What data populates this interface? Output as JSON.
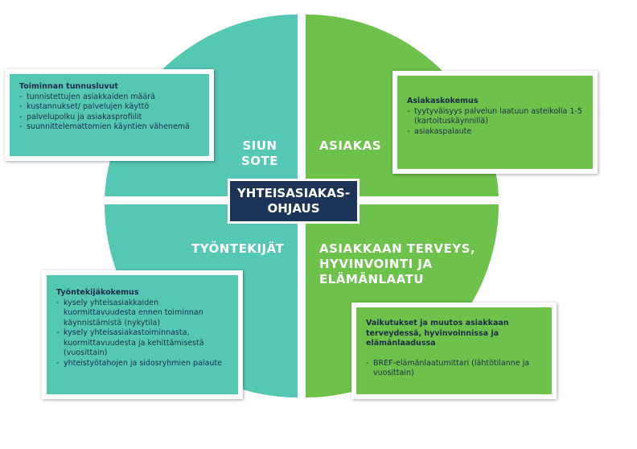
{
  "center": {
    "line1": "YHTEISASIAKAS-",
    "line2": "OHJAUS"
  },
  "quadrants": {
    "top_left": {
      "line1": "SIUN",
      "line2": "SOTE"
    },
    "top_right": {
      "label": "ASIAKAS"
    },
    "bottom_left": {
      "label": "TYÖNTEKIJÄT"
    },
    "bottom_right": {
      "line1": "ASIAKKAAN TERVEYS,",
      "line2": "HYVINVOINTI JA",
      "line3": "ELÄMÄNLAATU"
    }
  },
  "cards": {
    "toiminnan": {
      "title": "Toiminnan tunnusluvut",
      "items": [
        "tunnistettujen asiakkaiden määrä",
        "kustannukset/ palvelujen käyttö",
        "palvelupolku ja asiakasprofiilit",
        "suunnittelemattomien käyntien vähenemä"
      ]
    },
    "asiakaskokemus": {
      "title": "Asiakaskokemus",
      "items": [
        "tyytyväisyys palvelun laatuun asteikolla 1-5 (kartoituskäynnillä)",
        "asiakaspalaute"
      ]
    },
    "tyontekijakokemus": {
      "title": "Työntekijäkokemus",
      "items": [
        "kysely yhteisasiakkaiden kuormittavuudesta ennen toiminnan käynnistämistä (nykytila)",
        "kysely yhteisasiakastoiminnasta, kuormittavuudesta ja kehittämisestä (vuosittain)",
        "yhteistyötahojen ja sidosryhmien palaute"
      ]
    },
    "vaikutukset": {
      "title": "Vaikutukset ja muutos asiakkaan terveydessä, hyvinvoinnissa ja elämänlaadussa",
      "items": [
        "BREF-elämänlaatumittari (lähtötilanne ja vuosittain)"
      ]
    }
  },
  "colors": {
    "teal": "#55c8b4",
    "green": "#6cc24a",
    "navy": "#1c3458"
  }
}
